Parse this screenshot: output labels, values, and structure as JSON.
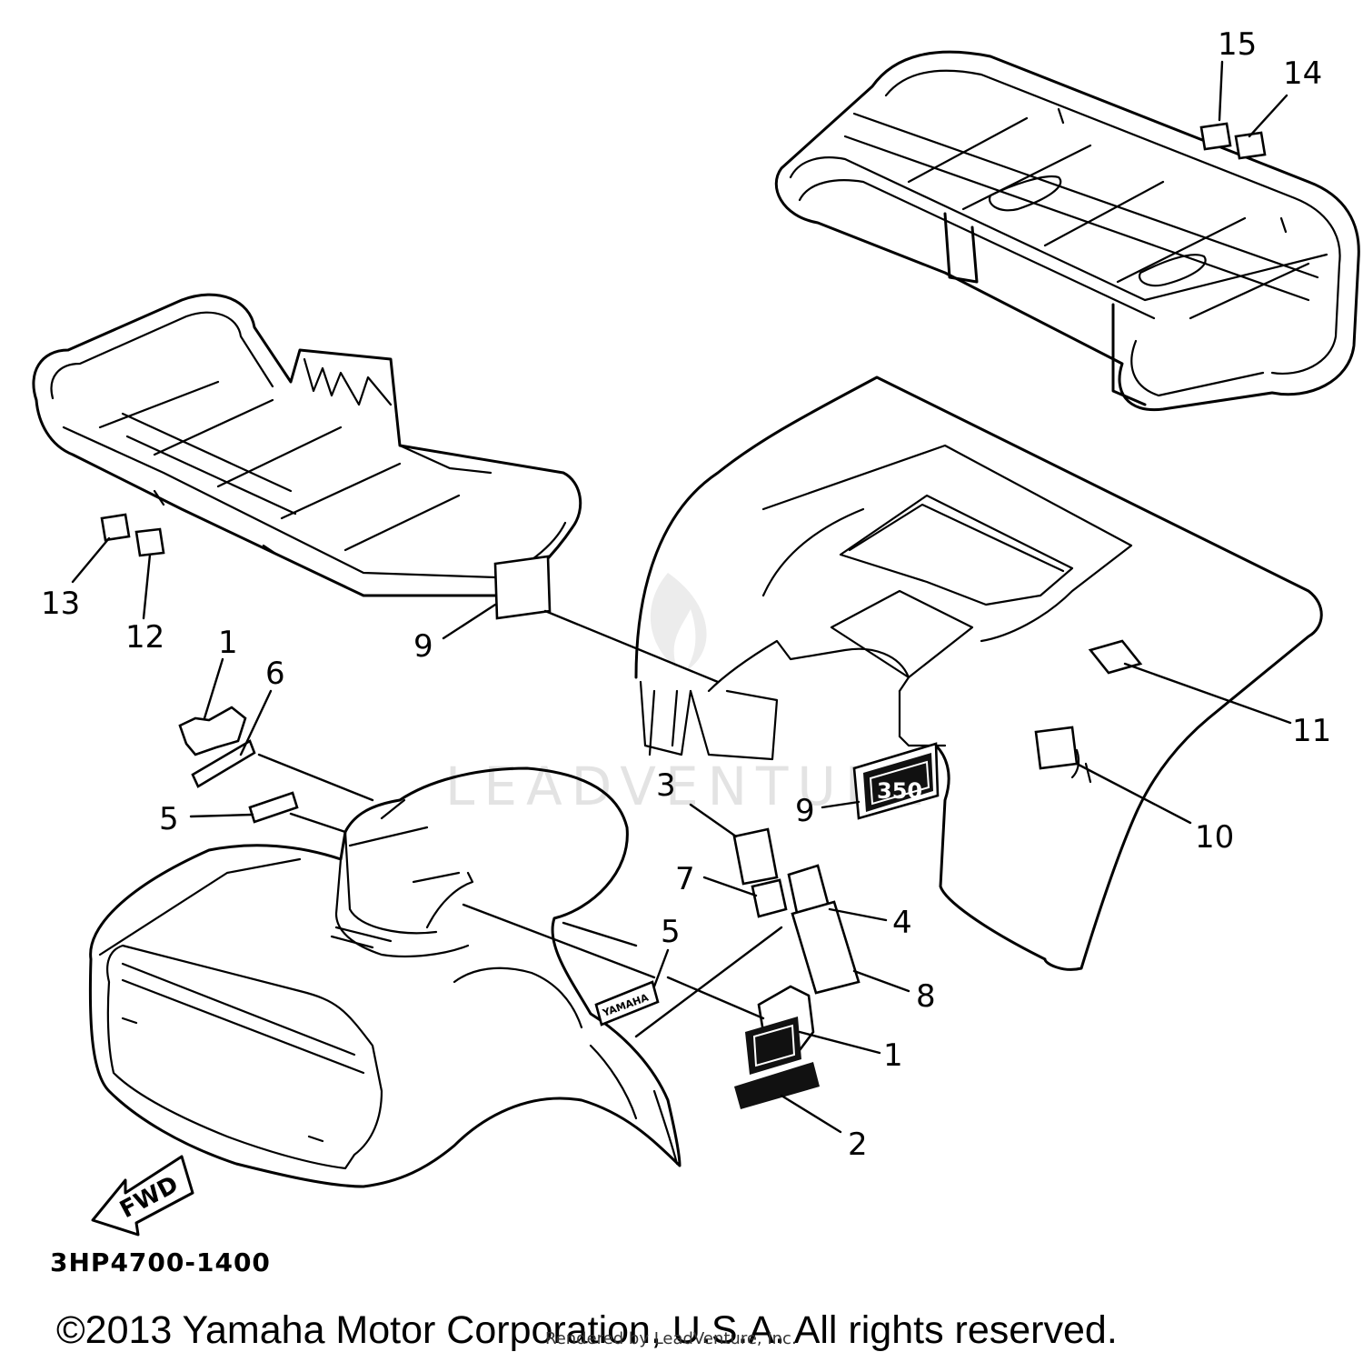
{
  "diagram": {
    "callouts": {
      "c15": "15",
      "c14": "14",
      "c13": "13",
      "c12": "12",
      "c1a": "1",
      "c6": "6",
      "c9a": "9",
      "c11": "11",
      "c9b": "9",
      "c10": "10",
      "c3": "3",
      "c5a": "5",
      "c7": "7",
      "c4": "4",
      "c5b": "5",
      "c8": "8",
      "c1b": "1",
      "c2": "2"
    },
    "decal_text": {
      "displacement": "350",
      "brand_small": "YAMAHA",
      "fwd_arrow": "FWD"
    },
    "part_number": "3HP4700-1400",
    "watermark": "LEADVENTURE",
    "rendered_by": "Rendered by LeadVenture, Inc.",
    "copyright": "©2013 Yamaha Motor Corporation, U.S.A. All rights reserved."
  }
}
